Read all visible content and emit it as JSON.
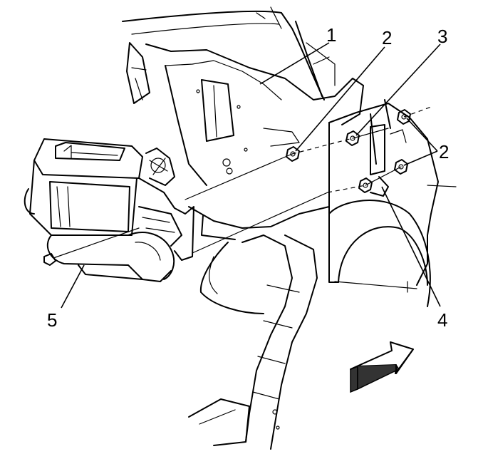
{
  "callouts": [
    {
      "id": "1",
      "label": "1"
    },
    {
      "id": "2a",
      "label": "2"
    },
    {
      "id": "3",
      "label": "3"
    },
    {
      "id": "2b",
      "label": "2"
    },
    {
      "id": "4",
      "label": "4"
    },
    {
      "id": "5",
      "label": "5"
    }
  ],
  "colors": {
    "line": "#000000",
    "background": "#ffffff",
    "shade": "#333333"
  },
  "icons": {
    "direction": "front-direction-arrow-icon"
  }
}
